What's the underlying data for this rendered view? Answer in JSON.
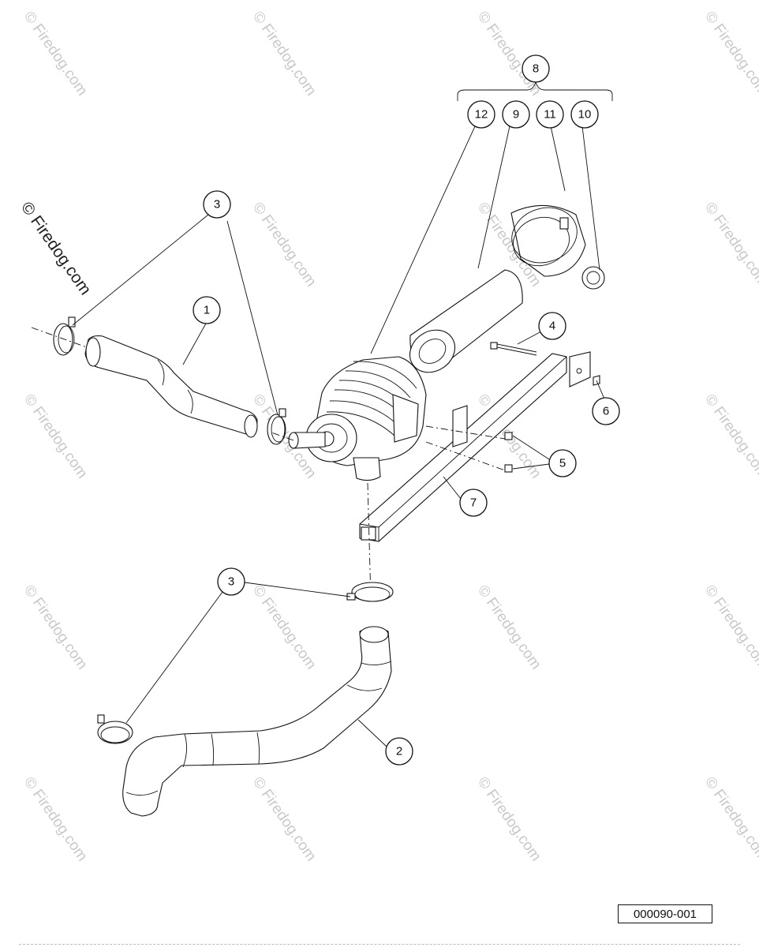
{
  "watermark": {
    "text": "© Firedog.com",
    "main_text": "© Firedog.com"
  },
  "reference_code": "000090-001",
  "callouts": [
    {
      "label": "1"
    },
    {
      "label": "2"
    },
    {
      "label": "3"
    },
    {
      "label": "3"
    },
    {
      "label": "4"
    },
    {
      "label": "5"
    },
    {
      "label": "6"
    },
    {
      "label": "7"
    },
    {
      "label": "8"
    },
    {
      "label": "9"
    },
    {
      "label": "10"
    },
    {
      "label": "11"
    },
    {
      "label": "12"
    }
  ]
}
